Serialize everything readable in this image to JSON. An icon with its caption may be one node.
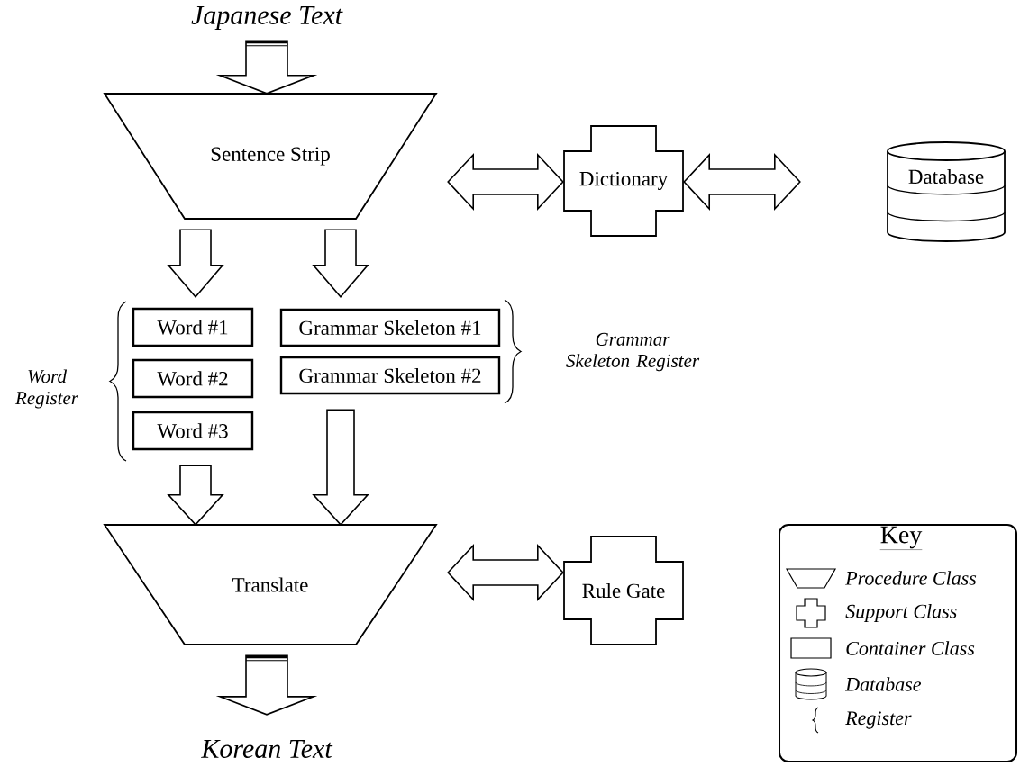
{
  "diagram": {
    "nodes": [
      {
        "text": [
          "Japanese Text"
        ]
      },
      {
        "text": [
          "Sentence Strip"
        ]
      },
      {
        "text": [
          "Dictionary"
        ]
      },
      {
        "text": [
          "Database"
        ]
      },
      {
        "text": [
          "Word #1"
        ]
      },
      {
        "text": [
          "Word #2"
        ]
      },
      {
        "text": [
          "Word #3"
        ]
      },
      {
        "text": [
          "Grammar Skeleton #1"
        ]
      },
      {
        "text": [
          "Grammar Skeleton #2"
        ]
      },
      {
        "text": [
          "Translate"
        ]
      },
      {
        "text": [
          "Rule Gate"
        ]
      },
      {
        "text": [
          "Korean Text"
        ]
      }
    ],
    "edges": [
      {
        "from": 0,
        "to": 1,
        "arrow": "to"
      },
      {
        "from": 1,
        "to": 2,
        "arrow": "both"
      },
      {
        "from": 2,
        "to": 3,
        "arrow": "both"
      },
      {
        "from": 1,
        "to": 4,
        "arrow": "to"
      },
      {
        "from": 1,
        "to": 7,
        "arrow": "to"
      },
      {
        "from": 6,
        "to": 9,
        "arrow": "to"
      },
      {
        "from": 8,
        "to": 9,
        "arrow": "to"
      },
      {
        "from": 9,
        "to": 10,
        "arrow": "both"
      },
      {
        "from": 9,
        "to": 11,
        "arrow": "to"
      }
    ],
    "labels": [
      "Word Register",
      "Grammar Skeleton Register",
      "Key"
    ],
    "legend": [
      {
        "text": "Procedure Class"
      },
      {
        "text": "Support Class"
      },
      {
        "text": "Container Class"
      },
      {
        "text": "Database"
      },
      {
        "text": "Register"
      }
    ]
  }
}
